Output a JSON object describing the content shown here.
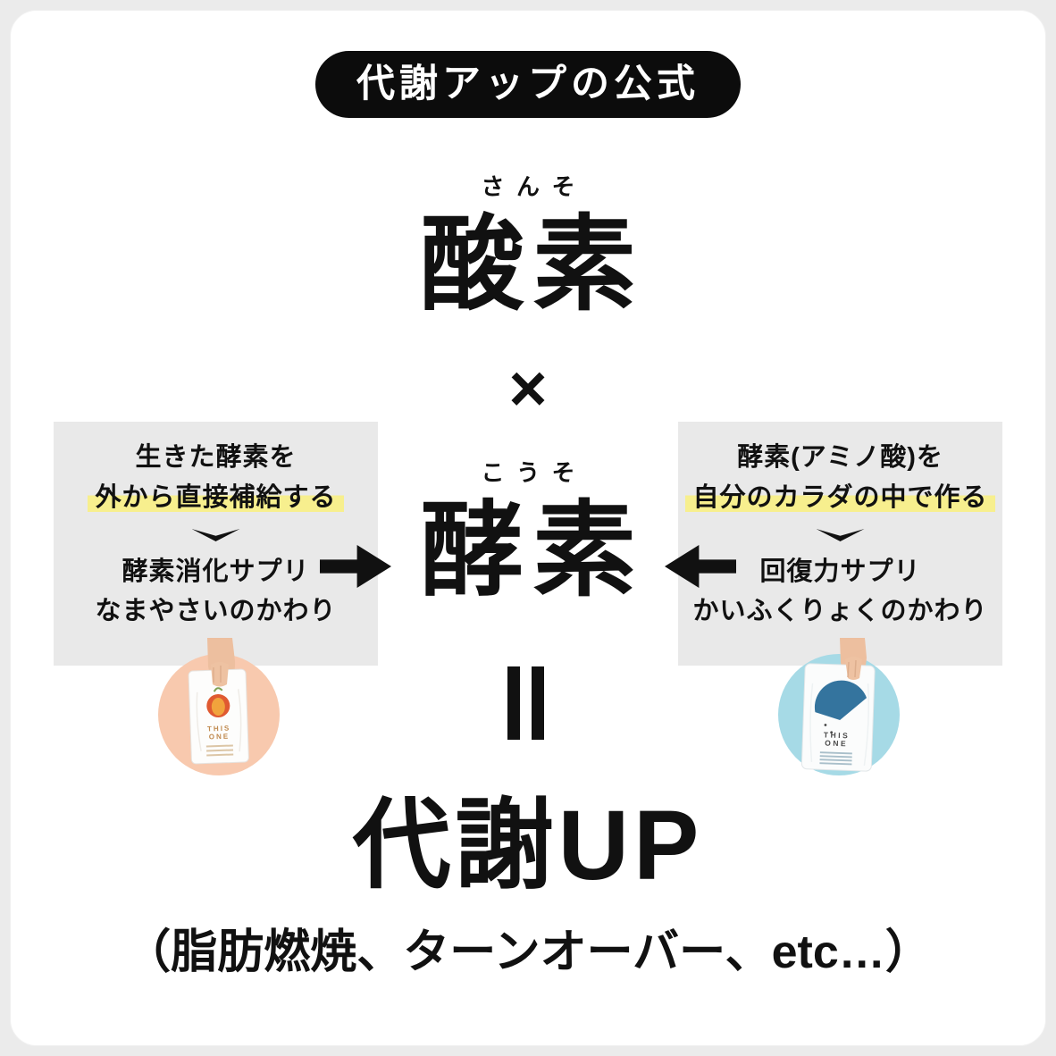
{
  "title": {
    "pill_label": "代謝アップの公式"
  },
  "formula": {
    "oxygen_furigana": "さんそ",
    "oxygen": "酸素",
    "multiply_sign": "×",
    "enzyme_furigana": "こうそ",
    "enzyme": "酵素",
    "result": "代謝UP",
    "result_note": "（脂肪燃焼、ターンオーバー、etc…）"
  },
  "left_panel": {
    "line1": "生きた酵素を",
    "highlight": "外から直接補給する",
    "supplement": "酵素消化サプリ",
    "reading": "なまやさいのかわり",
    "product_brand_line1": "THIS",
    "product_brand_line2": "ONE"
  },
  "right_panel": {
    "line1": "酵素(アミノ酸)を",
    "highlight": "自分のカラダの中で作る",
    "supplement": "回復力サプリ",
    "reading": "かいふくりょくのかわり",
    "product_brand_line1": "THIS",
    "product_brand_line2": "ONE"
  },
  "colors": {
    "ink_black": "#111111",
    "panel_gray": "#e9e9e9",
    "highlight_yellow": "#f7ef8e",
    "peach_circle": "#f8c9ae",
    "blue_circle": "#a6dae6"
  }
}
